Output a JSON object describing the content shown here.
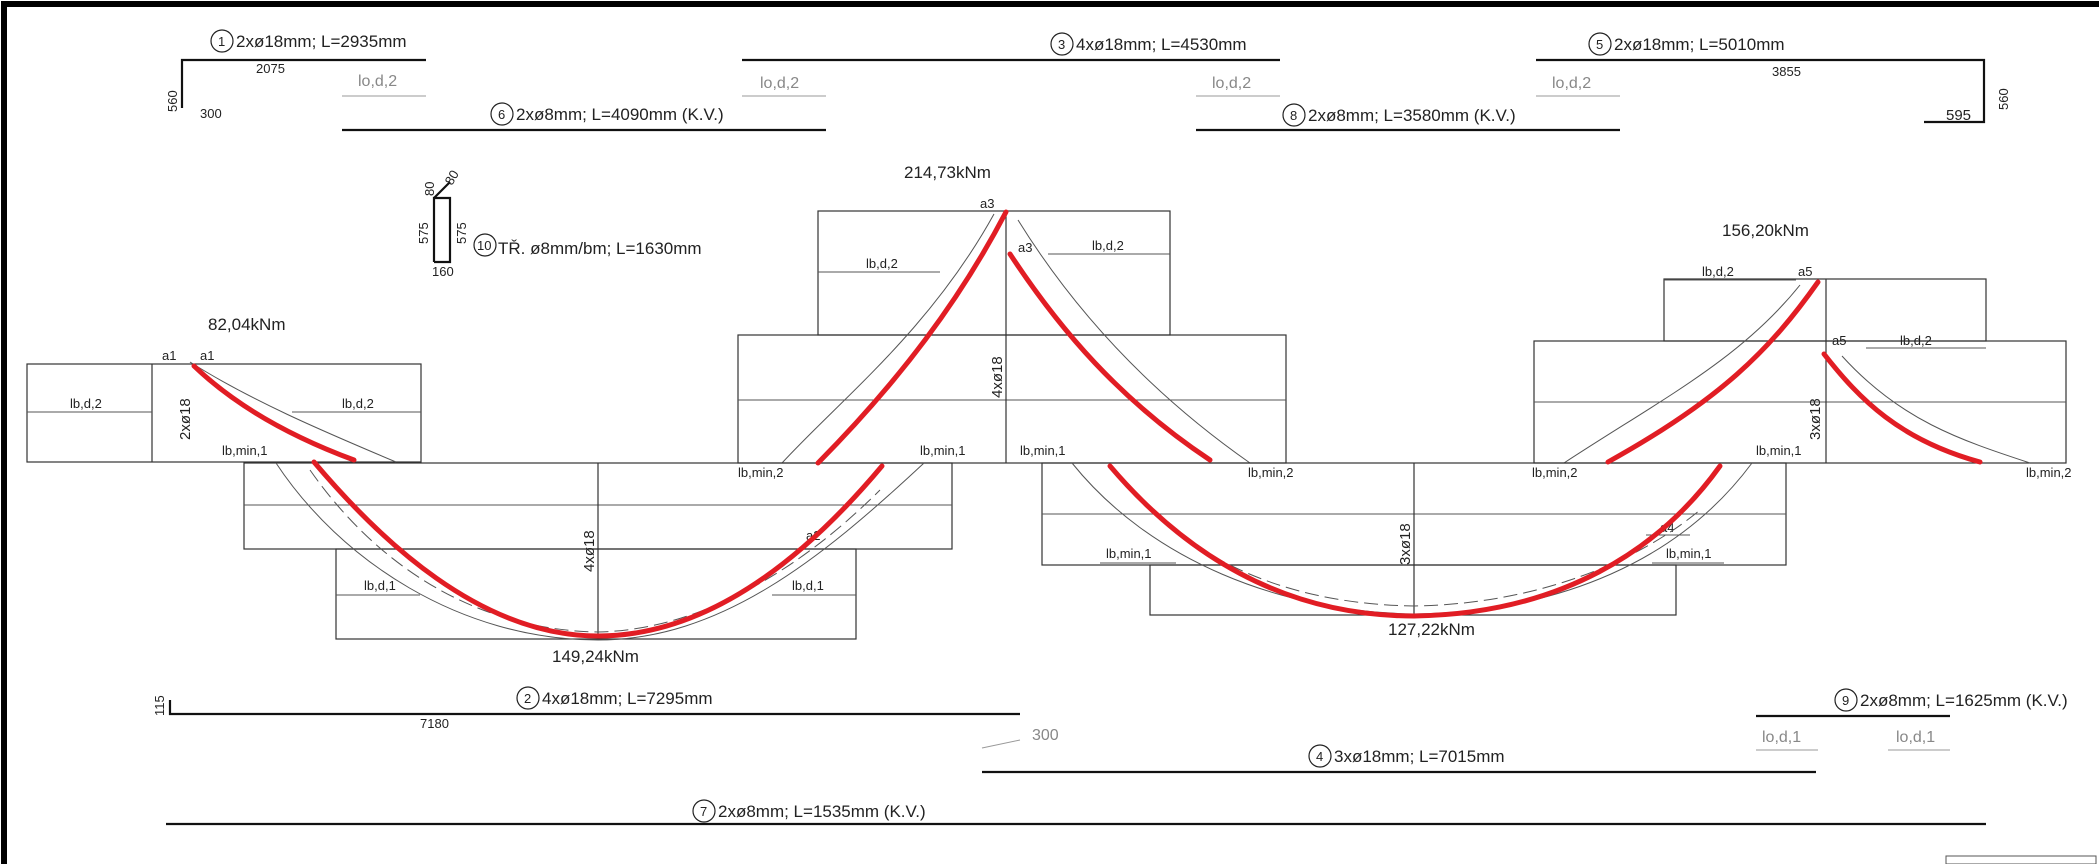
{
  "bars": {
    "bar1": {
      "num": "1",
      "label": "2xø18mm;  L=2935mm",
      "dim_len": "2075",
      "dim_vert": "560",
      "dim_hook": "300"
    },
    "bar2": {
      "num": "2",
      "label": "4xø18mm;  L=7295mm",
      "dim_len": "7180",
      "dim_vert": "115"
    },
    "bar3": {
      "num": "3",
      "label": "4xø18mm;  L=4530mm"
    },
    "bar4": {
      "num": "4",
      "label": "3xø18mm;  L=7015mm"
    },
    "bar5": {
      "num": "5",
      "label": "2xø18mm;  L=5010mm",
      "dim_len": "3855",
      "dim_vert": "560",
      "dim_hook": "595"
    },
    "bar6": {
      "num": "6",
      "label": "2xø8mm;  L=4090mm  (K.V.)"
    },
    "bar7": {
      "num": "7",
      "label": "2xø8mm;  L=1535mm  (K.V.)"
    },
    "bar8": {
      "num": "8",
      "label": "2xø8mm;  L=3580mm  (K.V.)"
    },
    "bar9": {
      "num": "9",
      "label": "2xø8mm;  L=1625mm  (K.V.)"
    },
    "bar10": {
      "num": "10",
      "label": "TŘ.  ø8mm/bm;  L=1630mm",
      "dim_a": "575",
      "dim_b": "575",
      "dim_c": "160",
      "dim_d": "80",
      "dim_e": "80"
    }
  },
  "lap_labels": {
    "lo_d_2": "lo,d,2",
    "lo_d_1": "lo,d,1",
    "lap_300": "300"
  },
  "moments": {
    "m1": "82,04kNm",
    "m2": "149,24kNm",
    "m3": "214,73kNm",
    "m4": "127,22kNm",
    "m5": "156,20kNm"
  },
  "anchor_labels": {
    "lb_d_2": "lb,d,2",
    "lb_d_1": "lb,d,1",
    "lb_min_1": "lb,min,1",
    "lb_min_2": "lb,min,2",
    "a1": "a1",
    "a2": "a2",
    "a3": "a3",
    "a4": "a4",
    "a5": "a5"
  },
  "rebar_tags": {
    "r1": "2xø18",
    "r2": "4xø18",
    "r3": "4xø18",
    "r4": "3xø18",
    "r5": "3xø18"
  },
  "colors": {
    "envelope": "#e11d24",
    "lines": "#333333",
    "frame": "#000000"
  }
}
